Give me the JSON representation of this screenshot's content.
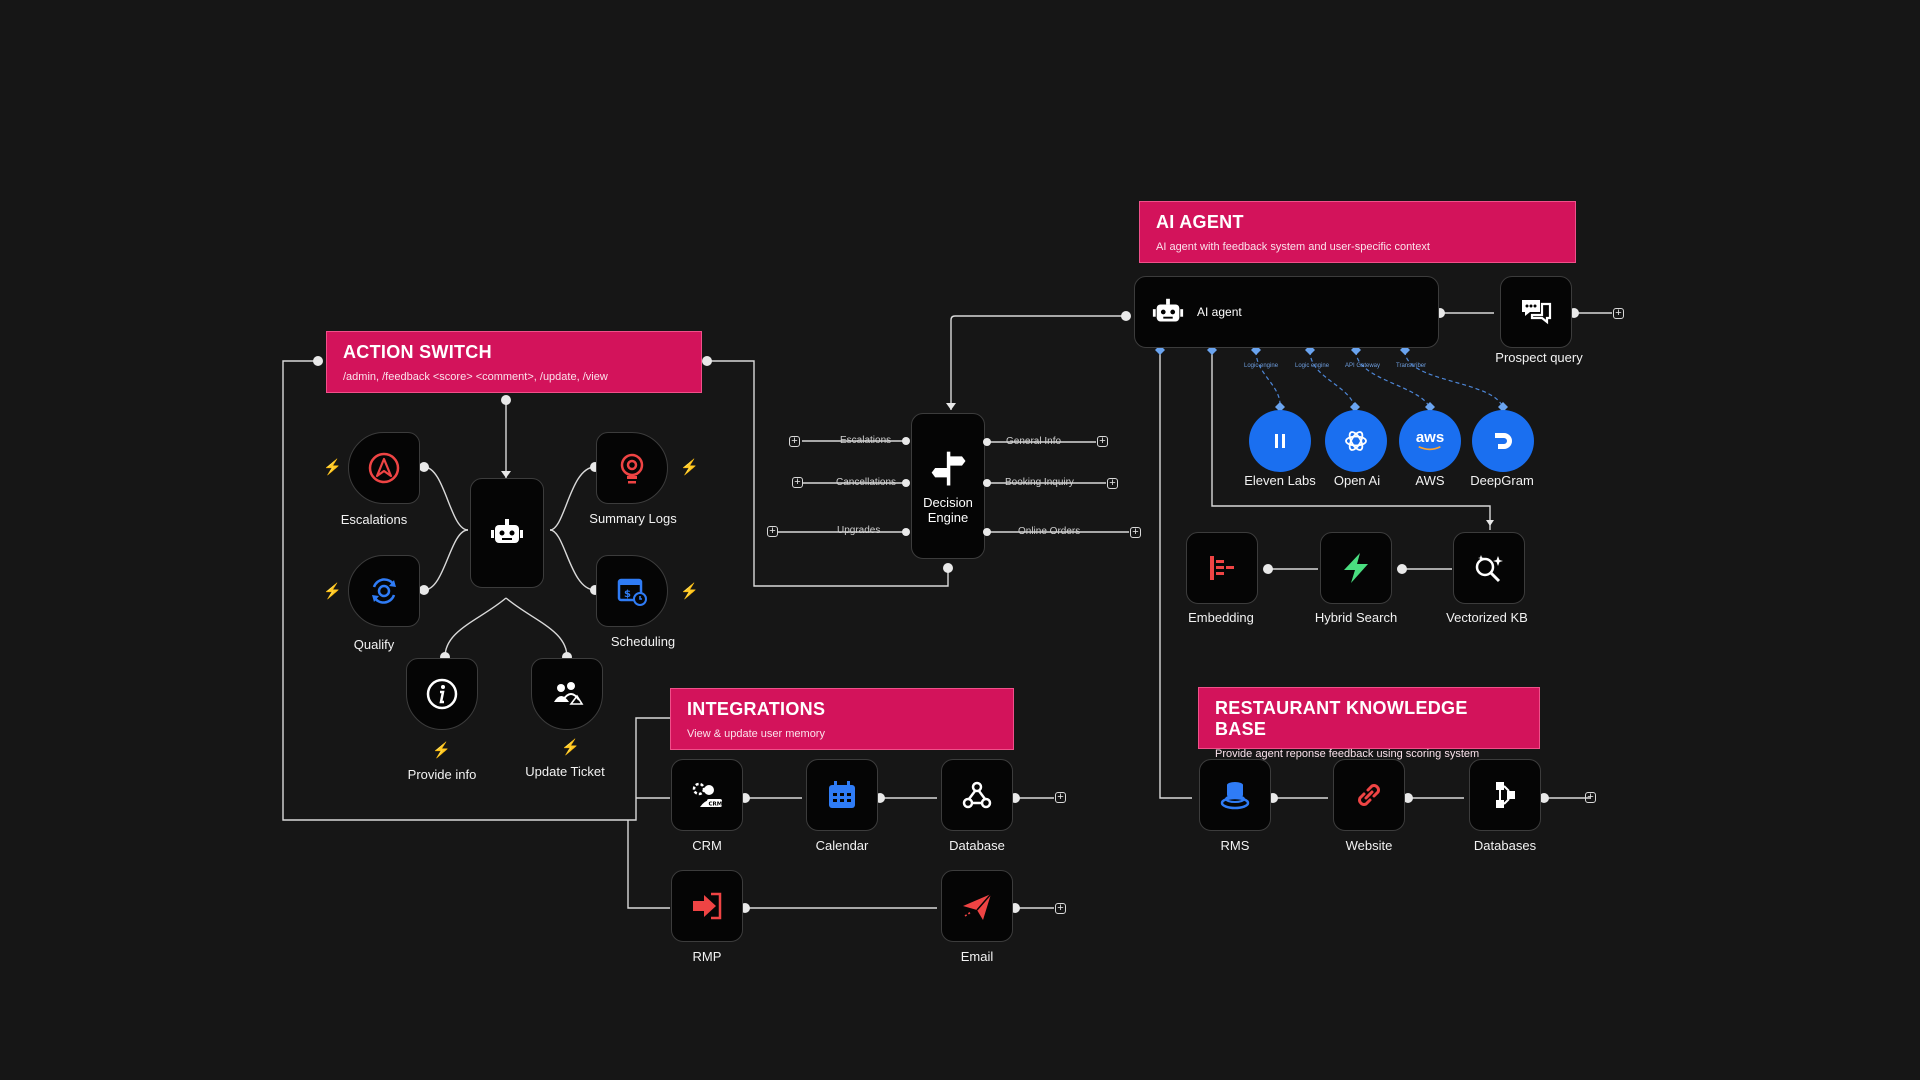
{
  "colors": {
    "banner": "#d3135b",
    "provider": "#1a6ff0",
    "accent_red": "#ef4444",
    "accent_blue": "#2f7cf6",
    "background": "#161616"
  },
  "action_switch": {
    "title": "ACTION SWITCH",
    "subtitle": "/admin, /feedback <score> <comment>, /update, /view",
    "nodes": {
      "escalations": {
        "label": "Escalations",
        "icon": "navigation-arrow-icon"
      },
      "summary_logs": {
        "label": "Summary Logs",
        "icon": "lightbulb-gear-icon"
      },
      "qualify": {
        "label": "Qualify",
        "icon": "cycle-gear-icon"
      },
      "scheduling": {
        "label": "Scheduling",
        "icon": "calendar-dollar-icon"
      },
      "provide_info": {
        "label": "Provide info",
        "icon": "info-icon"
      },
      "update_ticket": {
        "label": "Update Ticket",
        "icon": "team-ticket-icon"
      },
      "hub": {
        "icon": "robot-icon"
      }
    }
  },
  "decision_engine": {
    "label_line1": "Decision",
    "label_line2": "Engine",
    "icon": "signpost-icon",
    "left_outputs": [
      "Escalations",
      "Cancellations",
      "Upgrades"
    ],
    "right_outputs": [
      "General  Info",
      "Booking Inquiry",
      "Online Orders"
    ]
  },
  "ai_agent": {
    "title": "AI AGENT",
    "subtitle": "AI agent with feedback system and user-specific context",
    "node_label": "AI agent",
    "ports": [
      "Logic engine",
      "Logic engine",
      "API Gateway",
      "Transcriber"
    ],
    "prospect_query": {
      "label": "Prospect query",
      "icon": "chat-icon"
    },
    "providers": [
      {
        "name": "Eleven Labs",
        "icon": "elevenlabs-icon"
      },
      {
        "name": "Open Ai",
        "icon": "openai-icon"
      },
      {
        "name": "AWS",
        "icon": "aws-icon",
        "text": "aws"
      },
      {
        "name": "DeepGram",
        "icon": "deepgram-icon"
      }
    ],
    "pipeline": [
      {
        "label": "Embedding",
        "icon": "embedding-icon"
      },
      {
        "label": "Hybrid Search",
        "icon": "bolt-icon"
      },
      {
        "label": "Vectorized KB",
        "icon": "search-sparkle-icon"
      }
    ]
  },
  "integrations": {
    "title": "INTEGRATIONS",
    "subtitle": "View & update user memory",
    "row1": [
      {
        "label": "CRM",
        "icon": "crm-icon",
        "badge": "CRM"
      },
      {
        "label": "Calendar",
        "icon": "calendar-icon"
      },
      {
        "label": "Database",
        "icon": "webhook-icon"
      }
    ],
    "row2": [
      {
        "label": "RMP",
        "icon": "login-arrow-icon"
      },
      {
        "label": "Email",
        "icon": "paper-plane-icon"
      }
    ]
  },
  "knowledge_base": {
    "title": "RESTAURANT KNOWLEDGE BASE",
    "subtitle": "Provide agent reponse feedback using scoring system",
    "nodes": [
      {
        "label": "RMS",
        "icon": "database-stack-icon"
      },
      {
        "label": "Website",
        "icon": "link-icon"
      },
      {
        "label": "Databases",
        "icon": "nodes-icon"
      }
    ]
  }
}
